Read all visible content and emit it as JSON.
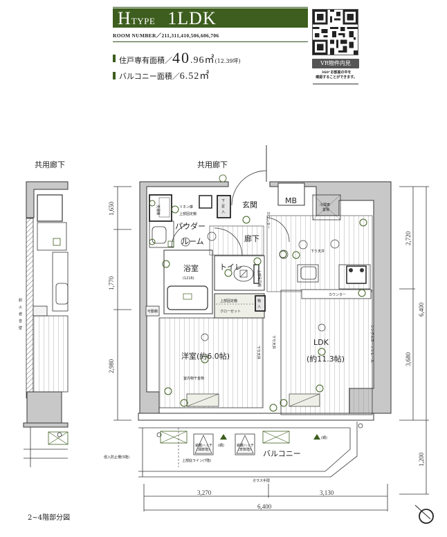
{
  "header": {
    "type_prefix": "H",
    "type_small": "TYPE",
    "layout": "1LDK",
    "room_number": "ROOM NUMBER／211,311,410,506,606,706",
    "accent_color": "#3d5e1e"
  },
  "areas": [
    {
      "label": "住戸専有面積／",
      "value_big": "40",
      "value_rest": ".96㎡",
      "note": "(12.39坪)"
    },
    {
      "label": "バルコニー面積／",
      "value_big": "",
      "value_rest": "6.52㎡",
      "note": ""
    }
  ],
  "vr": {
    "qr_icon": "qr-code-icon",
    "button_label": "VR物件内見",
    "note_line1": "360°お部屋の中を",
    "note_line2": "確認することができます。"
  },
  "plan": {
    "corridor_left": "共用廊下",
    "corridor_main": "共用廊下",
    "fire_wall": [
      "耐",
      "火",
      "遮",
      "音",
      "壁"
    ],
    "rooms": {
      "linen": "リネン庫",
      "shoe": [
        "下",
        "足",
        "入"
      ],
      "entrance": "玄関",
      "mb": "MB",
      "fridge": [
        "冷蔵庫",
        "置場"
      ],
      "powder": "パウダー",
      "powder2": "ルーム",
      "hall": "廊下",
      "bath": "浴室",
      "bath_size": "(1216)",
      "toilet": "トイレ",
      "closet": "クローゼット",
      "closet_shelf": "上部固定棚",
      "linen_shelf": "上部固定棚",
      "storage": [
        "物",
        "入"
      ],
      "western": "洋室(約6.0帖)",
      "ldk": "LDK",
      "ldk_size": "(約11.3帖)",
      "counter": "カウンター",
      "counter2": "カウンター",
      "drop_ceiling": "下り天井",
      "drop_ceiling2": "下り天井",
      "drop_ceiling3": "下り天井",
      "hanger": "室内物干金物",
      "curtain": "シングルカーテンレール",
      "balcony": "バルコニー",
      "hatch1": [
        "避難ハッチ",
        "(偶数階)"
      ],
      "hatch2": [
        "避難ハッチ",
        "(奇数階)"
      ],
      "net": "(網)",
      "intrusion": "侵入防止柵(5階)",
      "eave": "上部庇ライン(7階)",
      "glass_rail": "ガラス手摺",
      "movable": "可動棚",
      "washer": "洗濯機",
      "toilet_shelf": "上部吊戸棚"
    },
    "dims_left": [
      "1,650",
      "1,770",
      "2,980"
    ],
    "dims_right": [
      "2,720",
      "3,680",
      "1,200"
    ],
    "dim_right_total": "6,400",
    "dims_bottom": [
      "3,270",
      "3,130"
    ],
    "dim_bottom_total": "6,400"
  },
  "caption": "2~4階部分図",
  "compass_icon": "north-arrow-icon"
}
